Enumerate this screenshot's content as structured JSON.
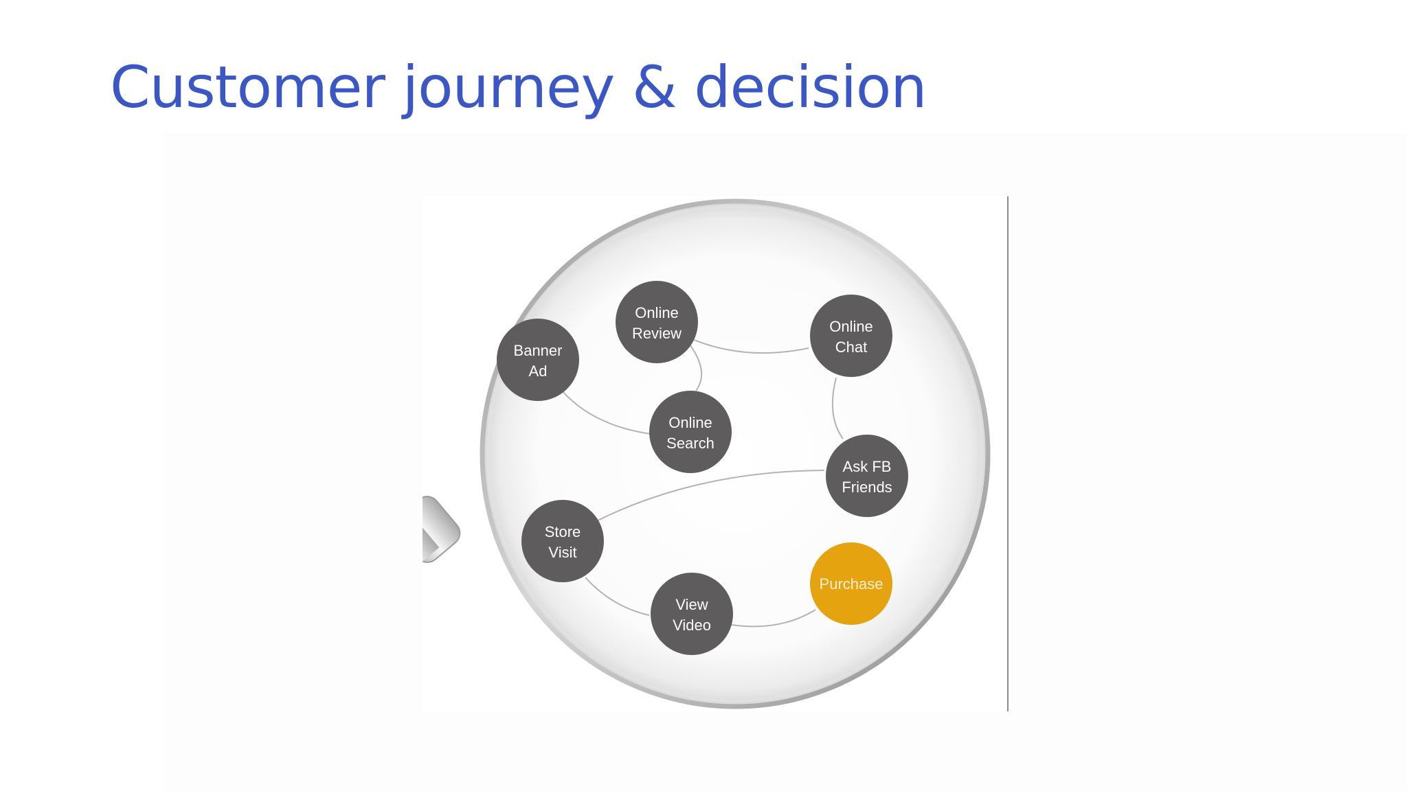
{
  "slide": {
    "title": "Customer journey & decision"
  },
  "diagram": {
    "nodes": [
      {
        "id": "banner-ad",
        "lines": [
          "Banner",
          "Ad"
        ],
        "highlight": false
      },
      {
        "id": "online-review",
        "lines": [
          "Online",
          "Review"
        ],
        "highlight": false
      },
      {
        "id": "online-chat",
        "lines": [
          "Online",
          "Chat"
        ],
        "highlight": false
      },
      {
        "id": "online-search",
        "lines": [
          "Online",
          "Search"
        ],
        "highlight": false
      },
      {
        "id": "ask-fb-friends",
        "lines": [
          "Ask FB",
          "Friends"
        ],
        "highlight": false
      },
      {
        "id": "store-visit",
        "lines": [
          "Store",
          "Visit"
        ],
        "highlight": false
      },
      {
        "id": "view-video",
        "lines": [
          "View",
          "Video"
        ],
        "highlight": false
      },
      {
        "id": "purchase",
        "lines": [
          "Purchase"
        ],
        "highlight": true
      }
    ],
    "edges": [
      [
        "banner-ad",
        "online-search"
      ],
      [
        "online-search",
        "online-review"
      ],
      [
        "online-review",
        "online-chat"
      ],
      [
        "online-chat",
        "ask-fb-friends"
      ],
      [
        "ask-fb-friends",
        "store-visit"
      ],
      [
        "store-visit",
        "view-video"
      ],
      [
        "view-video",
        "purchase"
      ]
    ],
    "colors": {
      "node_fill": "#5e5c5d",
      "purchase_fill": "#e4a30f",
      "edge_stroke": "#b3b3b3",
      "title": "#3b57c4"
    },
    "icon": "magnifying-glass-icon"
  }
}
